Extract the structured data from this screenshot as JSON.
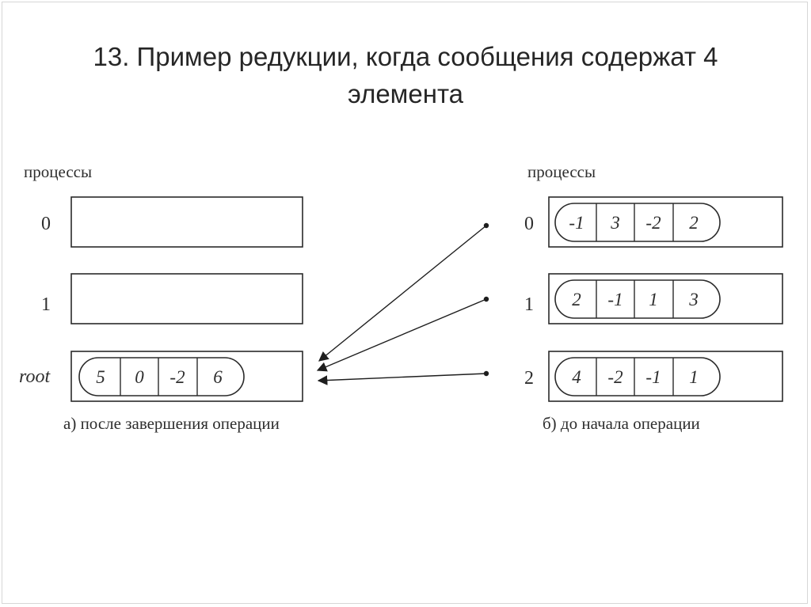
{
  "slide": {
    "title": "13. Пример редукции, когда сообщения содержат 4 элемента"
  },
  "diagram": {
    "left": {
      "header": "процессы",
      "rows": [
        {
          "label": "0",
          "values": []
        },
        {
          "label": "1",
          "values": []
        },
        {
          "label": "root",
          "values": [
            "5",
            "0",
            "-2",
            "6"
          ]
        }
      ],
      "caption": "а) после завершения операции"
    },
    "right": {
      "header": "процессы",
      "rows": [
        {
          "label": "0",
          "values": [
            "-1",
            "3",
            "-2",
            "2"
          ]
        },
        {
          "label": "1",
          "values": [
            "2",
            "-1",
            "1",
            "3"
          ]
        },
        {
          "label": "2",
          "values": [
            "4",
            "-2",
            "-1",
            "1"
          ]
        }
      ],
      "caption": "б) до начала операции"
    },
    "arrows": [
      "process-0-to-root",
      "process-1-to-root",
      "process-2-to-root"
    ]
  }
}
